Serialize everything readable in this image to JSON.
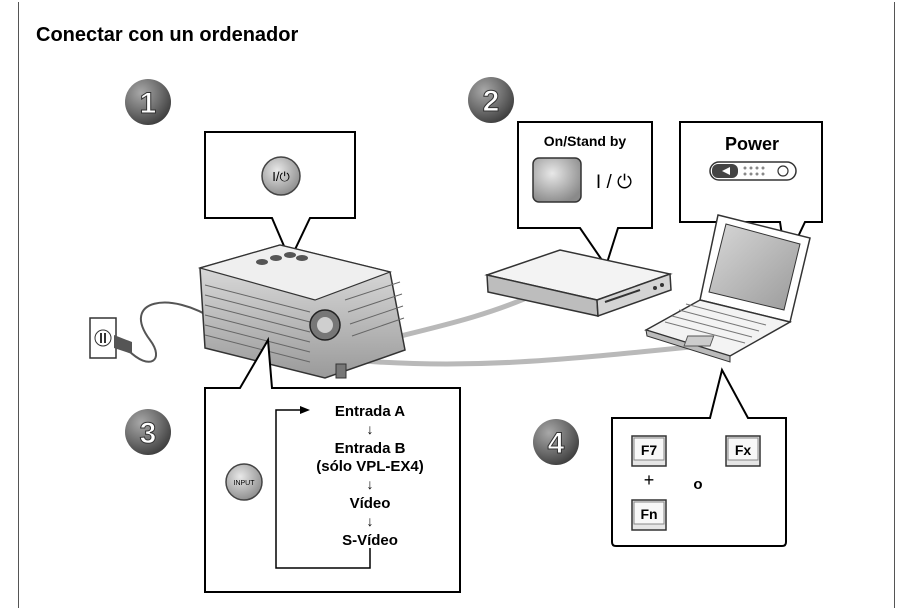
{
  "title": "Conectar con un ordenador",
  "steps": [
    "1",
    "2",
    "3",
    "4"
  ],
  "projector_button_symbol": "I/⏻",
  "device_label": "On/Stand by",
  "device_switch_symbol": "I / ⏻",
  "laptop_label": "Power",
  "input_button_label": "INPUT",
  "input_sequence": [
    "Entrada A",
    "Entrada B",
    "(sólo VPL-EX4)",
    "Vídeo",
    "S-Vídeo"
  ],
  "arrow_glyph": "↓",
  "keys": {
    "f7": "F7",
    "fx": "Fx",
    "fn": "Fn",
    "plus": "+",
    "or": "o"
  },
  "icons": [
    "power-icon",
    "power-outlet-icon",
    "projector-icon",
    "dvd-player-icon",
    "laptop-icon"
  ],
  "colors": {
    "badge": "#6f6f6f",
    "cable": "#b9b9b9",
    "key_fill": "#e6e6e6"
  }
}
